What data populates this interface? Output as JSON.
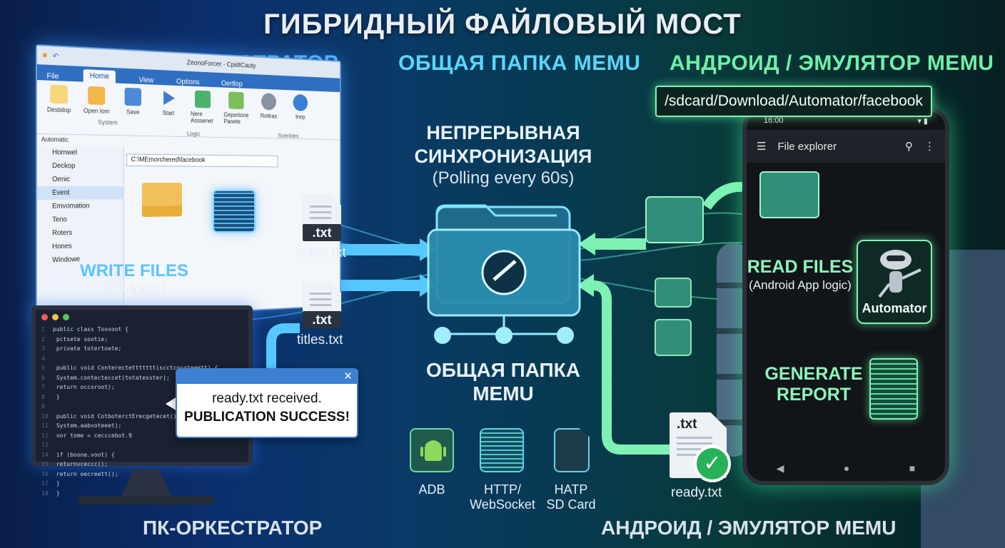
{
  "title": "ГИБРИДНЫЙ ФАЙЛОВЫЙ МОСТ",
  "columns": {
    "left": "ПК-ОРКЕСТРАТОР",
    "center": "ОБЩАЯ ПАПКА MEMU",
    "right": "АНДРОИД / ЭМУЛЯТОР MEMU"
  },
  "footer": {
    "left": "ПК-ОРКЕСТРАТОР",
    "right": "АНДРОИД / ЭМУЛЯТОР MEMU"
  },
  "explorer": {
    "tabs": [
      "File",
      "Home",
      "View",
      "Options",
      "Oertlop"
    ],
    "window_caption": "ZeonoForcer - CpidtCauty",
    "ribbon_buttons": [
      "Desbilop",
      "Open Iom",
      "Save",
      "Start",
      "Nere Asssenet",
      "Geportone Panete",
      "Rottras",
      "Inop"
    ],
    "ribbon_groups": [
      "System",
      "Logic",
      "Scenbles"
    ],
    "nav_label": "Automatic",
    "nav_items": [
      "Hornwel",
      "Deckop",
      "Oenic",
      "Event",
      "Emvomation",
      "Teno",
      "Roters",
      "Hones",
      "Windowe"
    ],
    "address": "C:\\MEmorchered\\facebook"
  },
  "write_files": {
    "title": "WRITE FILES",
    "sub": "(C# logic)"
  },
  "code_lines": [
    "public class Toosoot {",
    "  pctsete sootie;",
    "  private totertoete;",
    "",
    "  public void Conterectettttttt(scctcocoteeett) {",
    "    System.contecteccet(totatesster);",
    "    return occoroot);",
    "  }",
    "",
    "  public void CotboterctErecgetecet() {",
    "    System.aabvoteeet);",
    "    vor tome = cecccebot.9",
    "",
    "    if (boone.voot) {",
    "      returnvceccc();",
    "      return oecreett();",
    "    }",
    "  }"
  ],
  "toast": {
    "line1": "ready.txt received.",
    "line2": "PUBLICATION SUCCESS!",
    "close": "✕"
  },
  "files": {
    "video": {
      "ext": ".txt",
      "name": "video.txt"
    },
    "titles": {
      "ext": ".txt",
      "name": "titles.txt"
    },
    "ready": {
      "ext": ".txt",
      "name": "ready.txt"
    }
  },
  "sync": {
    "heading_1": "НЕПРЕРЫВНАЯ",
    "heading_2": "СИНХРОНИЗАЦИЯ",
    "sub": "(Polling every 60s)"
  },
  "shared_folder": {
    "line1": "ОБЩАЯ ПАПКА",
    "line2": "MEMU"
  },
  "tech": [
    {
      "label_1": "ADB",
      "label_2": ""
    },
    {
      "label_1": "HTTP/",
      "label_2": "WebSocket"
    },
    {
      "label_1": "HATP",
      "label_2": "SD Card"
    }
  ],
  "phone": {
    "path": "/sdcard/Download/Automator/facebook",
    "time": "16:00",
    "app_title": "File explorer",
    "nav": [
      "◀",
      "●",
      "■"
    ]
  },
  "read_files": {
    "title": "READ FILES",
    "sub": "(Android App logic)"
  },
  "automator": {
    "label": "Automator"
  },
  "generate": {
    "line1": "GENERATE",
    "line2": "REPORT"
  },
  "colors": {
    "pc_blue": "#4fb7ff",
    "center_cyan": "#5ad6ff",
    "android_green": "#6ff0a8"
  }
}
